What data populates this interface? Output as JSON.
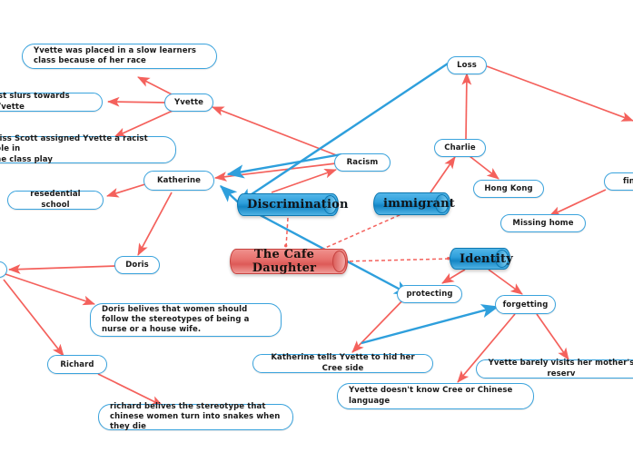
{
  "document": {
    "type": "mind-map",
    "title": "The Cafe Daughter"
  },
  "colors": {
    "node_border_blue": "#3aa3dd",
    "cylinder_blue": "#2e9fdc",
    "cylinder_red": "#e8726e",
    "edge_red": "#f4615c",
    "edge_blue": "#2e9fdc",
    "background": "#ffffff",
    "text": "#1a1a1a"
  },
  "nodes": {
    "center": {
      "label": "The Cafe Daughter",
      "shape": "cylinder",
      "color": "red"
    },
    "discrimination": {
      "label": "Discrimination",
      "shape": "cylinder",
      "color": "blue"
    },
    "immigrant": {
      "label": "immigrant",
      "shape": "cylinder",
      "color": "blue"
    },
    "identity": {
      "label": "Identity",
      "shape": "cylinder",
      "color": "blue"
    },
    "yvette": {
      "label": "Yvette",
      "shape": "rounded"
    },
    "katherine": {
      "label": "Katherine",
      "shape": "rounded"
    },
    "racism": {
      "label": "Racism",
      "shape": "rounded"
    },
    "doris": {
      "label": "Doris",
      "shape": "rounded"
    },
    "richard": {
      "label": "Richard",
      "shape": "rounded"
    },
    "loss": {
      "label": "Loss",
      "shape": "rounded"
    },
    "charlie": {
      "label": "Charlie",
      "shape": "rounded"
    },
    "hong_kong": {
      "label": "Hong Kong",
      "shape": "rounded"
    },
    "missing_home": {
      "label": "Missing home",
      "shape": "rounded"
    },
    "fini": {
      "label": "fini",
      "shape": "rounded",
      "clipped": true
    },
    "protecting": {
      "label": "protecting",
      "shape": "rounded"
    },
    "forgetting": {
      "label": "forgetting",
      "shape": "rounded"
    },
    "left_edge_stub": {
      "label": "",
      "shape": "rounded",
      "clipped": true
    },
    "note_slow_learners": {
      "label": "Yvette was placed in a slow learners class because of her race",
      "shape": "rounded-note"
    },
    "note_slurs": {
      "label": "ist slurs towards Yvette",
      "shape": "rounded-note",
      "clipped": true
    },
    "note_miss_scott": {
      "label": "Miss Scott assigned Yvette a racist role in\nthe class play",
      "shape": "rounded-note",
      "clipped": true
    },
    "note_residential": {
      "label": "resedential school",
      "shape": "rounded-note"
    },
    "note_doris_belief": {
      "label": "Doris belives that women should follow the stereotypes of being a nurse or a house wife.",
      "shape": "rounded-note"
    },
    "note_richard_belief": {
      "label": "richard belives the stereotype that chinese women turn into snakes when they die",
      "shape": "rounded-note"
    },
    "note_hide_cree": {
      "label": "Katherine tells Yvette to hid her Cree side",
      "shape": "rounded-note"
    },
    "note_no_language": {
      "label": "Yvette doesn't know Cree or Chinese language",
      "shape": "rounded-note"
    },
    "note_reserve": {
      "label": "Yvette barely visits her mother's reserv",
      "shape": "rounded-note",
      "clipped": true
    }
  },
  "edges": [
    {
      "from": "yvette",
      "to": "note_slow_learners",
      "style": "solid",
      "color": "red"
    },
    {
      "from": "yvette",
      "to": "note_slurs",
      "style": "solid",
      "color": "red"
    },
    {
      "from": "yvette",
      "to": "note_miss_scott",
      "style": "solid",
      "color": "red"
    },
    {
      "from": "racism",
      "to": "yvette",
      "style": "solid",
      "color": "red"
    },
    {
      "from": "racism",
      "to": "katherine",
      "style": "solid",
      "color": "red"
    },
    {
      "from": "discrimination",
      "to": "racism",
      "style": "solid",
      "color": "red"
    },
    {
      "from": "discrimination",
      "to": "katherine",
      "style": "solid",
      "color": "blue"
    },
    {
      "from": "discrimination",
      "to": "loss",
      "style": "solid",
      "color": "blue"
    },
    {
      "from": "racism",
      "to": "katherine2",
      "style": "solid",
      "color": "blue"
    },
    {
      "from": "katherine",
      "to": "note_residential",
      "style": "solid",
      "color": "red"
    },
    {
      "from": "katherine",
      "to": "doris",
      "style": "solid",
      "color": "red"
    },
    {
      "from": "doris",
      "to": "left_edge_stub",
      "style": "solid",
      "color": "red"
    },
    {
      "from": "left_edge_stub",
      "to": "note_doris_belief",
      "style": "solid",
      "color": "red"
    },
    {
      "from": "left_edge_stub",
      "to": "richard",
      "style": "solid",
      "color": "red"
    },
    {
      "from": "richard",
      "to": "note_richard_belief",
      "style": "solid",
      "color": "red"
    },
    {
      "from": "charlie",
      "to": "loss",
      "style": "solid",
      "color": "red"
    },
    {
      "from": "immigrant",
      "to": "charlie",
      "style": "solid",
      "color": "red"
    },
    {
      "from": "charlie",
      "to": "hong_kong",
      "style": "solid",
      "color": "red"
    },
    {
      "from": "loss",
      "to": "fini",
      "style": "solid",
      "color": "red"
    },
    {
      "from": "fini",
      "to": "missing_home",
      "style": "solid",
      "color": "red"
    },
    {
      "from": "identity",
      "to": "protecting",
      "style": "solid",
      "color": "red"
    },
    {
      "from": "identity",
      "to": "forgetting",
      "style": "solid",
      "color": "red"
    },
    {
      "from": "protecting",
      "to": "note_hide_cree",
      "style": "solid",
      "color": "red"
    },
    {
      "from": "note_hide_cree",
      "to": "forgetting",
      "style": "solid",
      "color": "blue"
    },
    {
      "from": "forgetting",
      "to": "note_no_language",
      "style": "solid",
      "color": "red"
    },
    {
      "from": "forgetting",
      "to": "note_reserve",
      "style": "solid",
      "color": "red"
    },
    {
      "from": "loss",
      "to": "protecting",
      "style": "solid",
      "color": "blue"
    },
    {
      "from": "center",
      "to": "discrimination",
      "style": "dashed",
      "color": "red"
    },
    {
      "from": "center",
      "to": "immigrant",
      "style": "dashed",
      "color": "red"
    },
    {
      "from": "center",
      "to": "identity",
      "style": "dashed",
      "color": "red"
    }
  ]
}
